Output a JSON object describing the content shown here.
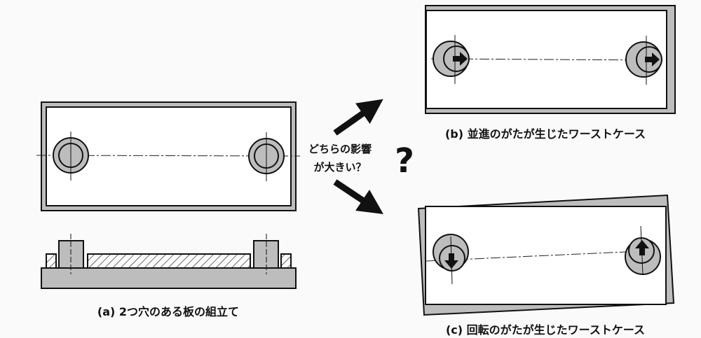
{
  "caption_a": "(a) 2つ穴のある板の組立て",
  "caption_b": "(b) 並進のがたが生じたワーストケース",
  "caption_c": "(c) 回転のがたが生じたワーストケース",
  "question_line1": "どちらの影響",
  "question_line2": "が大きい？",
  "question_mark": "?",
  "colors": {
    "part_gray": "#bdbdbd",
    "line": "#111111",
    "background": "#fafafa"
  }
}
